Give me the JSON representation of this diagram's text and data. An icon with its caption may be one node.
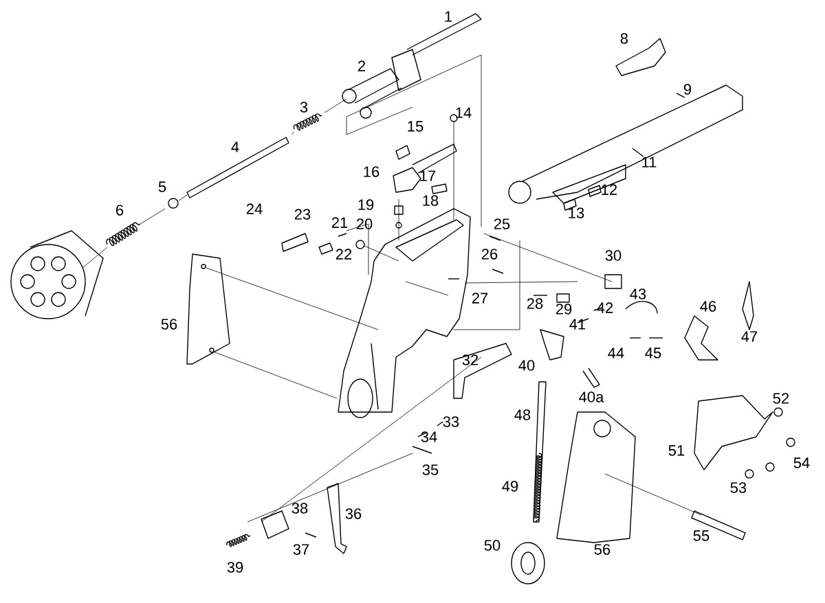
{
  "diagram": {
    "labels": [
      "1",
      "2",
      "3",
      "4",
      "5",
      "6",
      "8",
      "9",
      "11",
      "12",
      "13",
      "14",
      "15",
      "16",
      "17",
      "18",
      "19",
      "20",
      "21",
      "22",
      "23",
      "24",
      "25",
      "26",
      "27",
      "28",
      "29",
      "30",
      "32",
      "33",
      "34",
      "35",
      "36",
      "37",
      "38",
      "39",
      "40",
      "40a",
      "41",
      "42",
      "43",
      "44",
      "45",
      "46",
      "47",
      "48",
      "49",
      "50",
      "51",
      "52",
      "53",
      "54",
      "55",
      "56",
      "56"
    ]
  }
}
